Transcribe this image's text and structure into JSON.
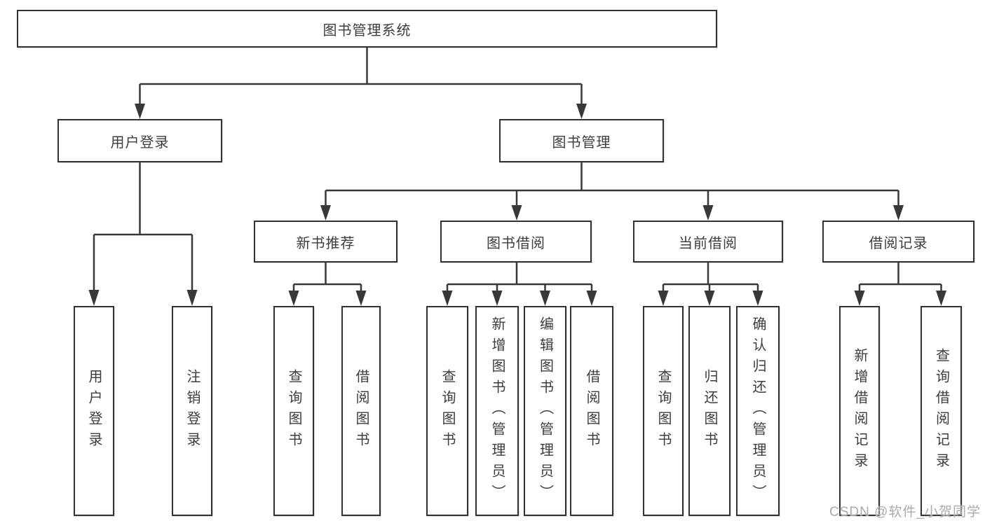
{
  "diagram_type": "functional-structure-tree",
  "tree": {
    "label": "图书管理系统",
    "children": [
      {
        "label": "用户登录",
        "children": [
          {
            "label": "用户登录"
          },
          {
            "label": "注销登录"
          }
        ]
      },
      {
        "label": "图书管理",
        "children": [
          {
            "label": "新书推荐",
            "children": [
              {
                "label": "查询图书"
              },
              {
                "label": "借阅图书"
              }
            ]
          },
          {
            "label": "图书借阅",
            "children": [
              {
                "label": "查询图书"
              },
              {
                "label": "新增图书（管理员）"
              },
              {
                "label": "编辑图书（管理员）"
              },
              {
                "label": "借阅图书"
              }
            ]
          },
          {
            "label": "当前借阅",
            "children": [
              {
                "label": "查询图书"
              },
              {
                "label": "归还图书"
              },
              {
                "label": "确认归还（管理员）"
              }
            ]
          },
          {
            "label": "借阅记录",
            "children": [
              {
                "label": "新增借阅记录"
              },
              {
                "label": "查询借阅记录"
              }
            ]
          }
        ]
      }
    ]
  },
  "watermark": {
    "text": "CSDN @软件_小贺同学"
  },
  "colors": {
    "border": "#323232",
    "connector": "#383838",
    "text": "#3d3d3d",
    "watermark": "#a8abaf",
    "background": "#ffffff"
  }
}
